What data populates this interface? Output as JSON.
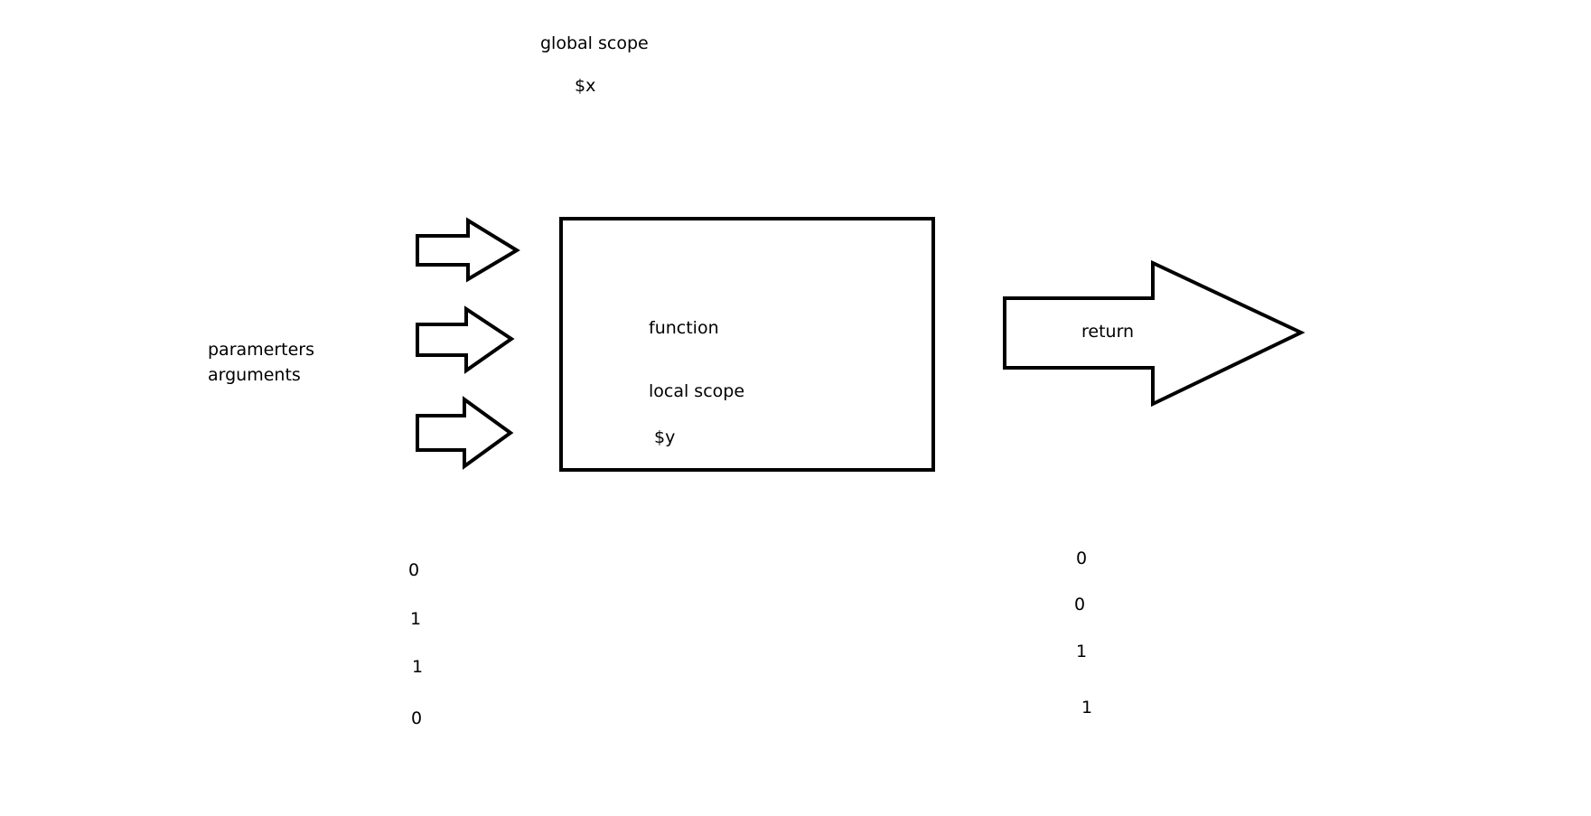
{
  "global": {
    "title": "global scope",
    "variable": "$x"
  },
  "params": {
    "line1": "paramerters",
    "line2": "arguments"
  },
  "function_box": {
    "title": "function",
    "scope": "local scope",
    "variable": "$y"
  },
  "return_arrow": {
    "label": "return"
  },
  "input_bits": [
    "0",
    "1",
    "1",
    "0"
  ],
  "output_bits": [
    "0",
    "0",
    "1",
    "1"
  ],
  "colors": {
    "stroke": "#000000",
    "background": "#ffffff"
  }
}
